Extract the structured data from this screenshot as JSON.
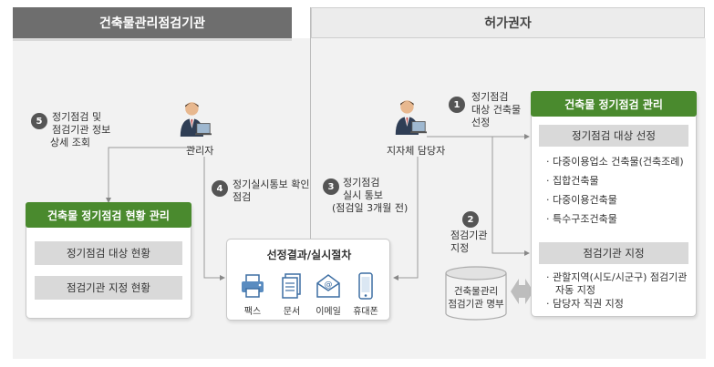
{
  "headers": {
    "left": "건축물관리점검기관",
    "right": "허가권자"
  },
  "people": {
    "manager": "관리자",
    "official": "지자체 담당자"
  },
  "steps": {
    "s1": {
      "num": "1",
      "lines": [
        "정기점검",
        "대상 건축물",
        "선정"
      ]
    },
    "s2": {
      "num": "2",
      "lines": [
        "점검기관",
        "지정"
      ]
    },
    "s3": {
      "num": "3",
      "lines": [
        "정기점검",
        "실시 통보",
        "(점검일 3개월 전)"
      ]
    },
    "s4": {
      "num": "4",
      "lines": [
        "정기실시통보 확인",
        "점검"
      ]
    },
    "s5": {
      "num": "5",
      "lines": [
        "정기점검 및",
        "점검기관 정보",
        "상세 조회"
      ]
    }
  },
  "status_card": {
    "title": "건축물 정기점검 현황 관리",
    "items": [
      "정기점검 대상 현황",
      "점검기관 지정 현황"
    ]
  },
  "mgmt_card": {
    "title": "건축물 정기점검 관리",
    "section1": "정기점검 대상 선정",
    "bullets1": [
      "다중이용업소 건축물(건축조례)",
      "집합건축물",
      "다중이용건축물",
      "특수구조건축물"
    ],
    "section2": "점검기관 지정",
    "bullets2": [
      "관할지역(시도/시군구) 점검기관",
      "자동 지정",
      "담당자 직권 지정"
    ]
  },
  "result_card": {
    "title": "선정결과/실시절차",
    "icons": [
      {
        "icon": "fax-icon",
        "label": "팩스"
      },
      {
        "icon": "document-icon",
        "label": "문서"
      },
      {
        "icon": "email-icon",
        "label": "이메일"
      },
      {
        "icon": "mobile-icon",
        "label": "휴대폰"
      }
    ]
  },
  "database": {
    "lines": [
      "건축물관리",
      "점검기관 명부"
    ]
  }
}
